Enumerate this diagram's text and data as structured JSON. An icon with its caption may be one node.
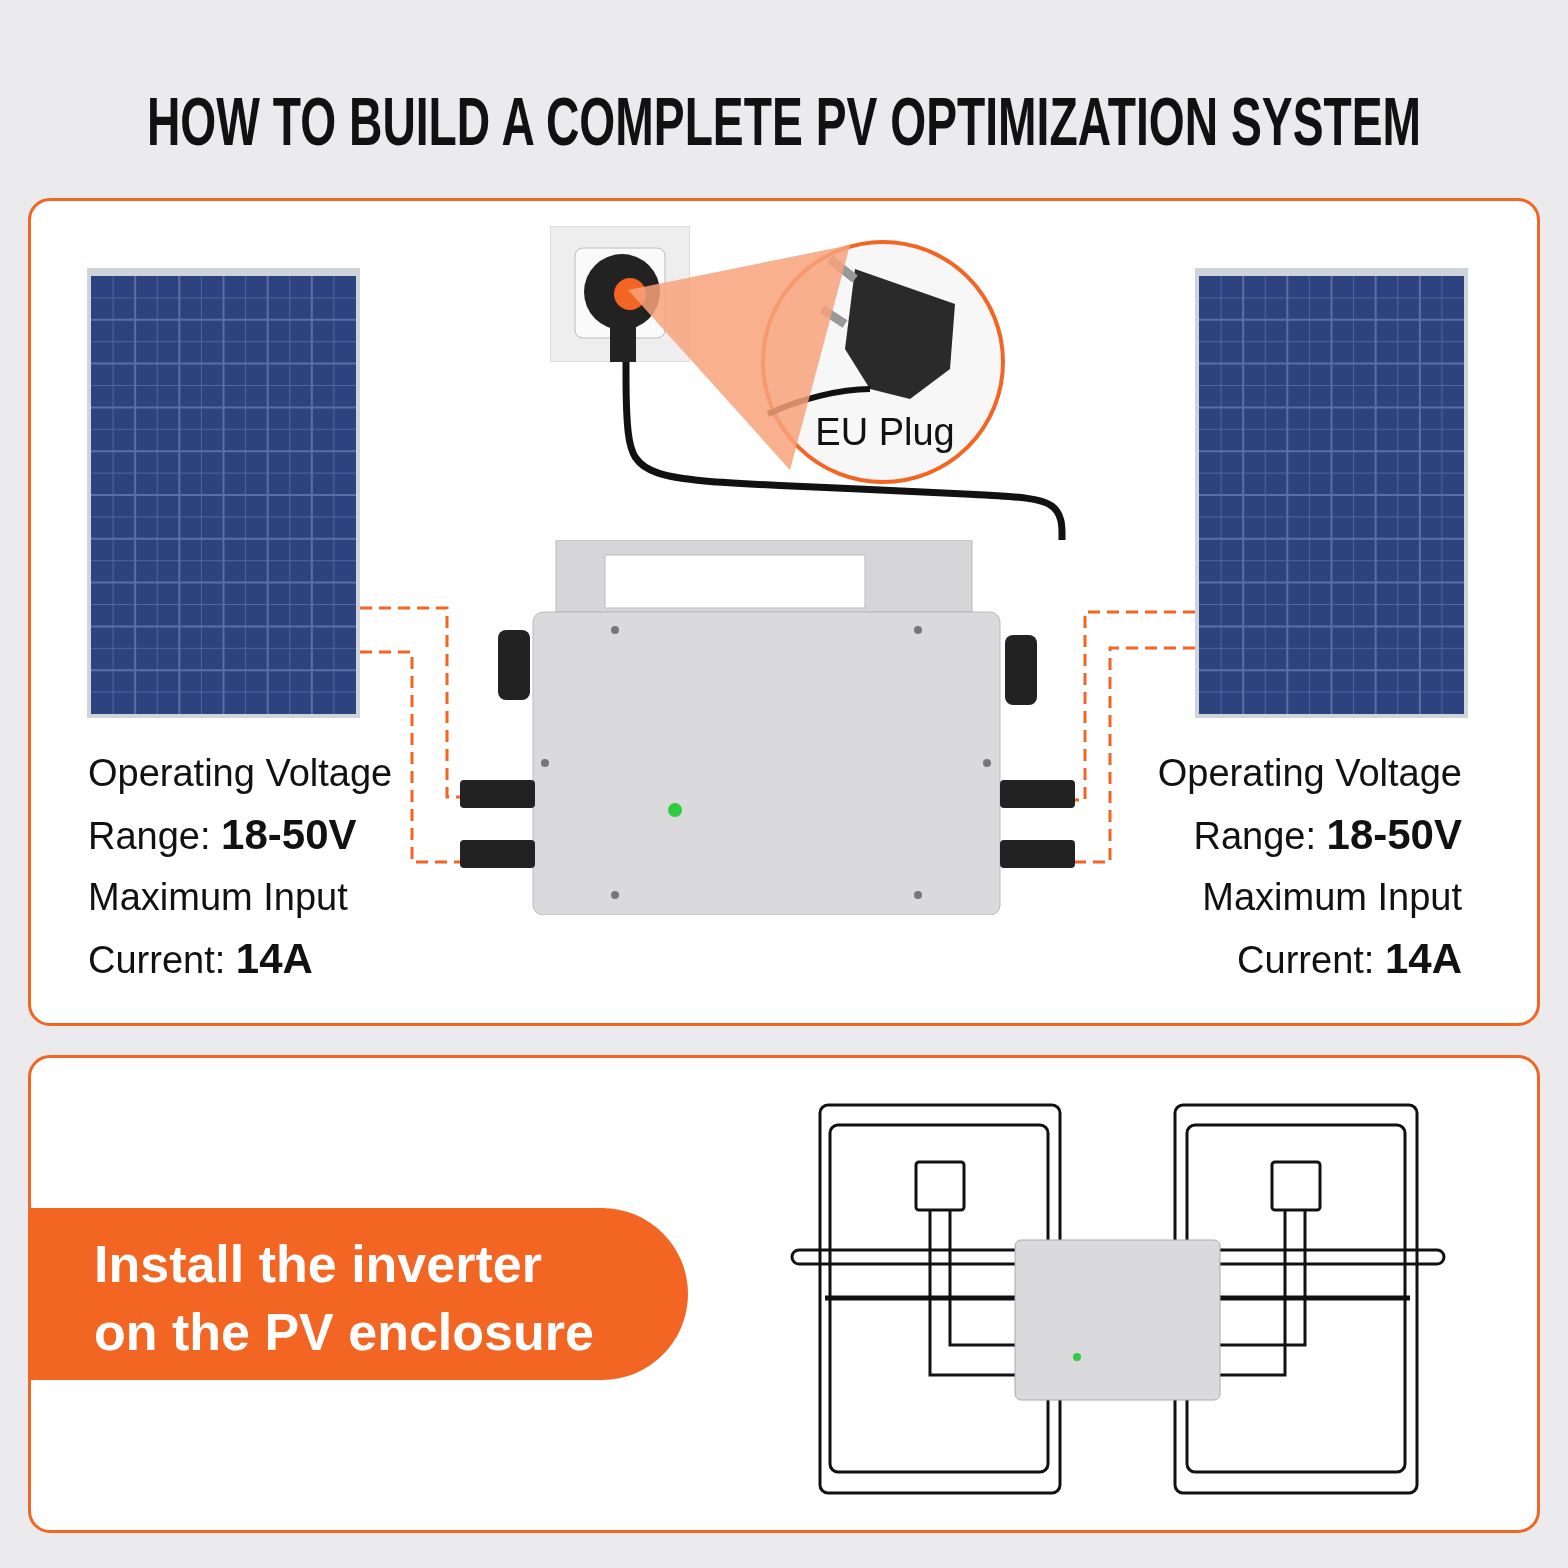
{
  "diagram": {
    "title": "HOW TO BUILD A COMPLETE PV OPTIMIZATION SYSTEM",
    "nodes": [
      {
        "text": [],
        "shape": "picture"
      },
      {
        "text": [],
        "shape": "picture"
      },
      {
        "text": [],
        "shape": "picture"
      },
      {
        "text": [],
        "shape": "picture"
      },
      {
        "text": [
          "EU Plug"
        ]
      },
      {
        "text": [
          "Install the inverter on the PV enclosure"
        ]
      },
      {
        "text": [],
        "shape": "picture"
      },
      {
        "text": [],
        "shape": "cone"
      }
    ],
    "edges": [
      {
        "from": 0,
        "to": 1,
        "arrow": "none",
        "style": "dashed"
      },
      {
        "from": 0,
        "to": 1,
        "arrow": "none",
        "style": "dashed"
      },
      {
        "from": 2,
        "to": 1,
        "arrow": "none",
        "style": "dashed"
      },
      {
        "from": 2,
        "to": 1,
        "arrow": "none",
        "style": "dashed"
      },
      {
        "from": 1,
        "to": 3,
        "arrow": "none",
        "style": "thick",
        "color": "#111111"
      }
    ],
    "labels": [
      "Operating Voltage Range: **18-50V**",
      "Maximum Input Current: **14A**",
      "Operating Voltage Range: **18-50V**",
      "Maximum Input Current: **14A**"
    ]
  }
}
